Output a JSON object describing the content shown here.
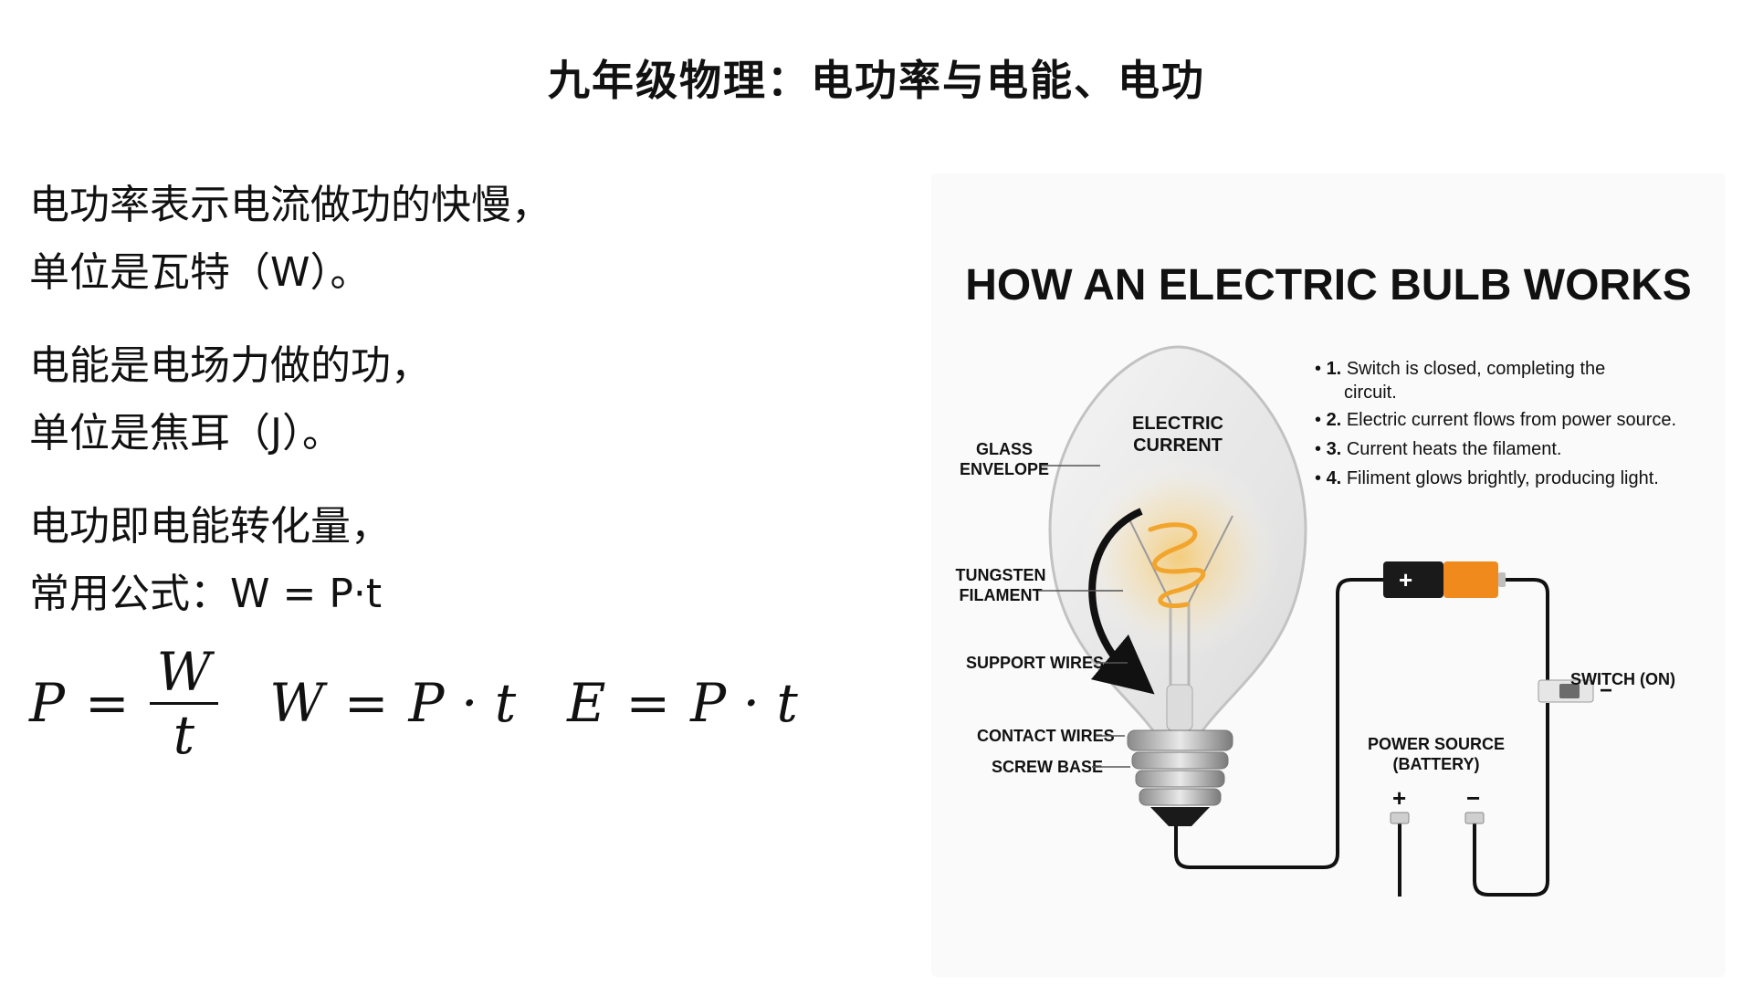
{
  "slide": {
    "title": "九年级物理：电功率与电能、电功"
  },
  "content": {
    "p1_l1": "电功率表示电流做功的快慢，",
    "p1_l2": "单位是瓦特（W）。",
    "p2_l1": "电能是电场力做的功，",
    "p2_l2": "单位是焦耳（J）。",
    "p3_l1": "电功即电能转化量，",
    "p3_l2": "常用公式：W = P·t"
  },
  "formulas": {
    "f1_lhs": "P",
    "f1_op": "=",
    "f1_num": "W",
    "f1_den": "t",
    "f2_lhs": "W",
    "f2_op": "=",
    "f2_rhs": "P · t",
    "f3_lhs": "E",
    "f3_op": "=",
    "f3_rhs": "P · t"
  },
  "diagram": {
    "title": "HOW AN ELECTRIC BULB WORKS",
    "steps": [
      {
        "num": "1.",
        "text_a": "Switch is closed, completing the",
        "text_b": "circuit."
      },
      {
        "num": "2.",
        "text": "Electric current flows from power source."
      },
      {
        "num": "3.",
        "text": "Current heats the filament."
      },
      {
        "num": "4.",
        "text": "Filiment glows brightly, producing light."
      }
    ],
    "labels": {
      "electric_current_a": "ELECTRIC",
      "electric_current_b": "CURRENT",
      "glass_a": "GLASS",
      "glass_b": "ENVELOPE",
      "tungsten_a": "TUNGSTEN",
      "tungsten_b": "FILAMENT",
      "support_wires": "SUPPORT WIRES",
      "contact_wires": "CONTACT WIRES",
      "screw_base": "SCREW BASE",
      "switch": "SWITCH (ON)",
      "power_a": "POWER SOURCE",
      "power_b": "(BATTERY)",
      "plus": "+",
      "minus": "−"
    },
    "colors": {
      "battery_orange": "#f08a1c",
      "battery_black": "#1a1a1a",
      "glow": "#f6c86a",
      "wire": "#111111"
    }
  }
}
